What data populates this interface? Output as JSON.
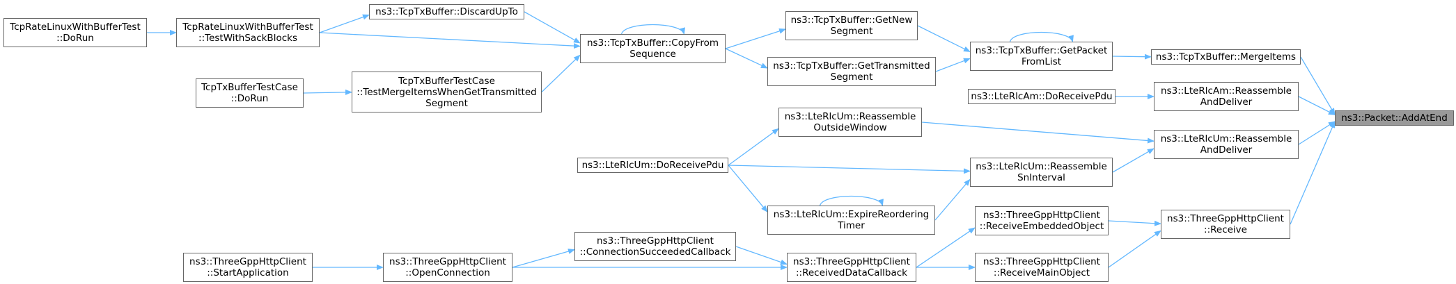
{
  "accent": "#63b8ff",
  "nodes": [
    {
      "id": "root",
      "lines": [
        "ns3::Packet::AddAtEnd"
      ],
      "highlight": true
    },
    {
      "id": "mergeitems",
      "lines": [
        "ns3::TcpTxBuffer::MergeItems"
      ]
    },
    {
      "id": "ltecam_reasm",
      "lines": [
        "ns3::LteRlcAm::Reassemble",
        "AndDeliver"
      ]
    },
    {
      "id": "lterlcum_reasm",
      "lines": [
        "ns3::LteRlcUm::Reassemble",
        "AndDeliver"
      ]
    },
    {
      "id": "tgpp_receive",
      "lines": [
        "ns3::ThreeGppHttpClient",
        "::Receive"
      ]
    },
    {
      "id": "getpacket",
      "lines": [
        "ns3::TcpTxBuffer::GetPacket",
        "FromList"
      ]
    },
    {
      "id": "lterlcam_dorecv",
      "lines": [
        "ns3::LteRlcAm::DoReceivePdu"
      ]
    },
    {
      "id": "reasm_sn",
      "lines": [
        "ns3::LteRlcUm::Reassemble",
        "SnInterval"
      ]
    },
    {
      "id": "recv_embedded",
      "lines": [
        "ns3::ThreeGppHttpClient",
        "::ReceiveEmbeddedObject"
      ]
    },
    {
      "id": "recv_main",
      "lines": [
        "ns3::ThreeGppHttpClient",
        "::ReceiveMainObject"
      ]
    },
    {
      "id": "getnew",
      "lines": [
        "ns3::TcpTxBuffer::GetNew",
        "Segment"
      ]
    },
    {
      "id": "gettrans",
      "lines": [
        "ns3::TcpTxBuffer::GetTransmitted",
        "Segment"
      ]
    },
    {
      "id": "reasm_outside",
      "lines": [
        "ns3::LteRlcUm::Reassemble",
        "OutsideWindow"
      ]
    },
    {
      "id": "expire",
      "lines": [
        "ns3::LteRlcUm::ExpireReordering",
        "Timer"
      ]
    },
    {
      "id": "recvdata_cb",
      "lines": [
        "ns3::ThreeGppHttpClient",
        "::ReceivedDataCallback"
      ]
    },
    {
      "id": "copyfrom",
      "lines": [
        "ns3::TcpTxBuffer::CopyFrom",
        "Sequence"
      ]
    },
    {
      "id": "lterlcum_dorecv",
      "lines": [
        "ns3::LteRlcUm::DoReceivePdu"
      ]
    },
    {
      "id": "conn_succ",
      "lines": [
        "ns3::ThreeGppHttpClient",
        "::ConnectionSucceededCallback"
      ]
    },
    {
      "id": "openconn",
      "lines": [
        "ns3::ThreeGppHttpClient",
        "::OpenConnection"
      ]
    },
    {
      "id": "discard",
      "lines": [
        "ns3::TcpTxBuffer::DiscardUpTo"
      ]
    },
    {
      "id": "testmerge",
      "lines": [
        "TcpTxBufferTestCase",
        "::TestMergeItemsWhenGetTransmitted",
        "Segment"
      ]
    },
    {
      "id": "testsack",
      "lines": [
        "TcpRateLinuxWithBufferTest",
        "::TestWithSackBlocks"
      ]
    },
    {
      "id": "testcase_dorun",
      "lines": [
        "TcpTxBufferTestCase",
        "::DoRun"
      ]
    },
    {
      "id": "startapp",
      "lines": [
        "ns3::ThreeGppHttpClient",
        "::StartApplication"
      ]
    },
    {
      "id": "ratelinux_dorun",
      "lines": [
        "TcpRateLinuxWithBufferTest",
        "::DoRun"
      ]
    }
  ],
  "edges": [
    [
      "mergeitems",
      "root"
    ],
    [
      "ltecam_reasm",
      "root"
    ],
    [
      "lterlcum_reasm",
      "root"
    ],
    [
      "tgpp_receive",
      "root"
    ],
    [
      "getpacket",
      "mergeitems"
    ],
    [
      "getpacket",
      "getpacket"
    ],
    [
      "lterlcam_dorecv",
      "ltecam_reasm"
    ],
    [
      "reasm_sn",
      "lterlcum_reasm"
    ],
    [
      "reasm_outside",
      "lterlcum_reasm"
    ],
    [
      "recv_embedded",
      "tgpp_receive"
    ],
    [
      "recv_main",
      "tgpp_receive"
    ],
    [
      "getnew",
      "getpacket"
    ],
    [
      "gettrans",
      "getpacket"
    ],
    [
      "copyfrom",
      "getnew"
    ],
    [
      "copyfrom",
      "gettrans"
    ],
    [
      "copyfrom",
      "copyfrom"
    ],
    [
      "lterlcum_dorecv",
      "reasm_outside"
    ],
    [
      "lterlcum_dorecv",
      "reasm_sn"
    ],
    [
      "expire",
      "reasm_sn"
    ],
    [
      "expire",
      "expire"
    ],
    [
      "lterlcum_dorecv",
      "expire"
    ],
    [
      "recvdata_cb",
      "recv_embedded"
    ],
    [
      "recvdata_cb",
      "recv_main"
    ],
    [
      "conn_succ",
      "recvdata_cb"
    ],
    [
      "openconn",
      "recvdata_cb"
    ],
    [
      "openconn",
      "conn_succ"
    ],
    [
      "startapp",
      "openconn"
    ],
    [
      "discard",
      "copyfrom"
    ],
    [
      "testsack",
      "copyfrom"
    ],
    [
      "testmerge",
      "copyfrom"
    ],
    [
      "testsack",
      "discard"
    ],
    [
      "ratelinux_dorun",
      "testsack"
    ],
    [
      "testcase_dorun",
      "testmerge"
    ]
  ]
}
